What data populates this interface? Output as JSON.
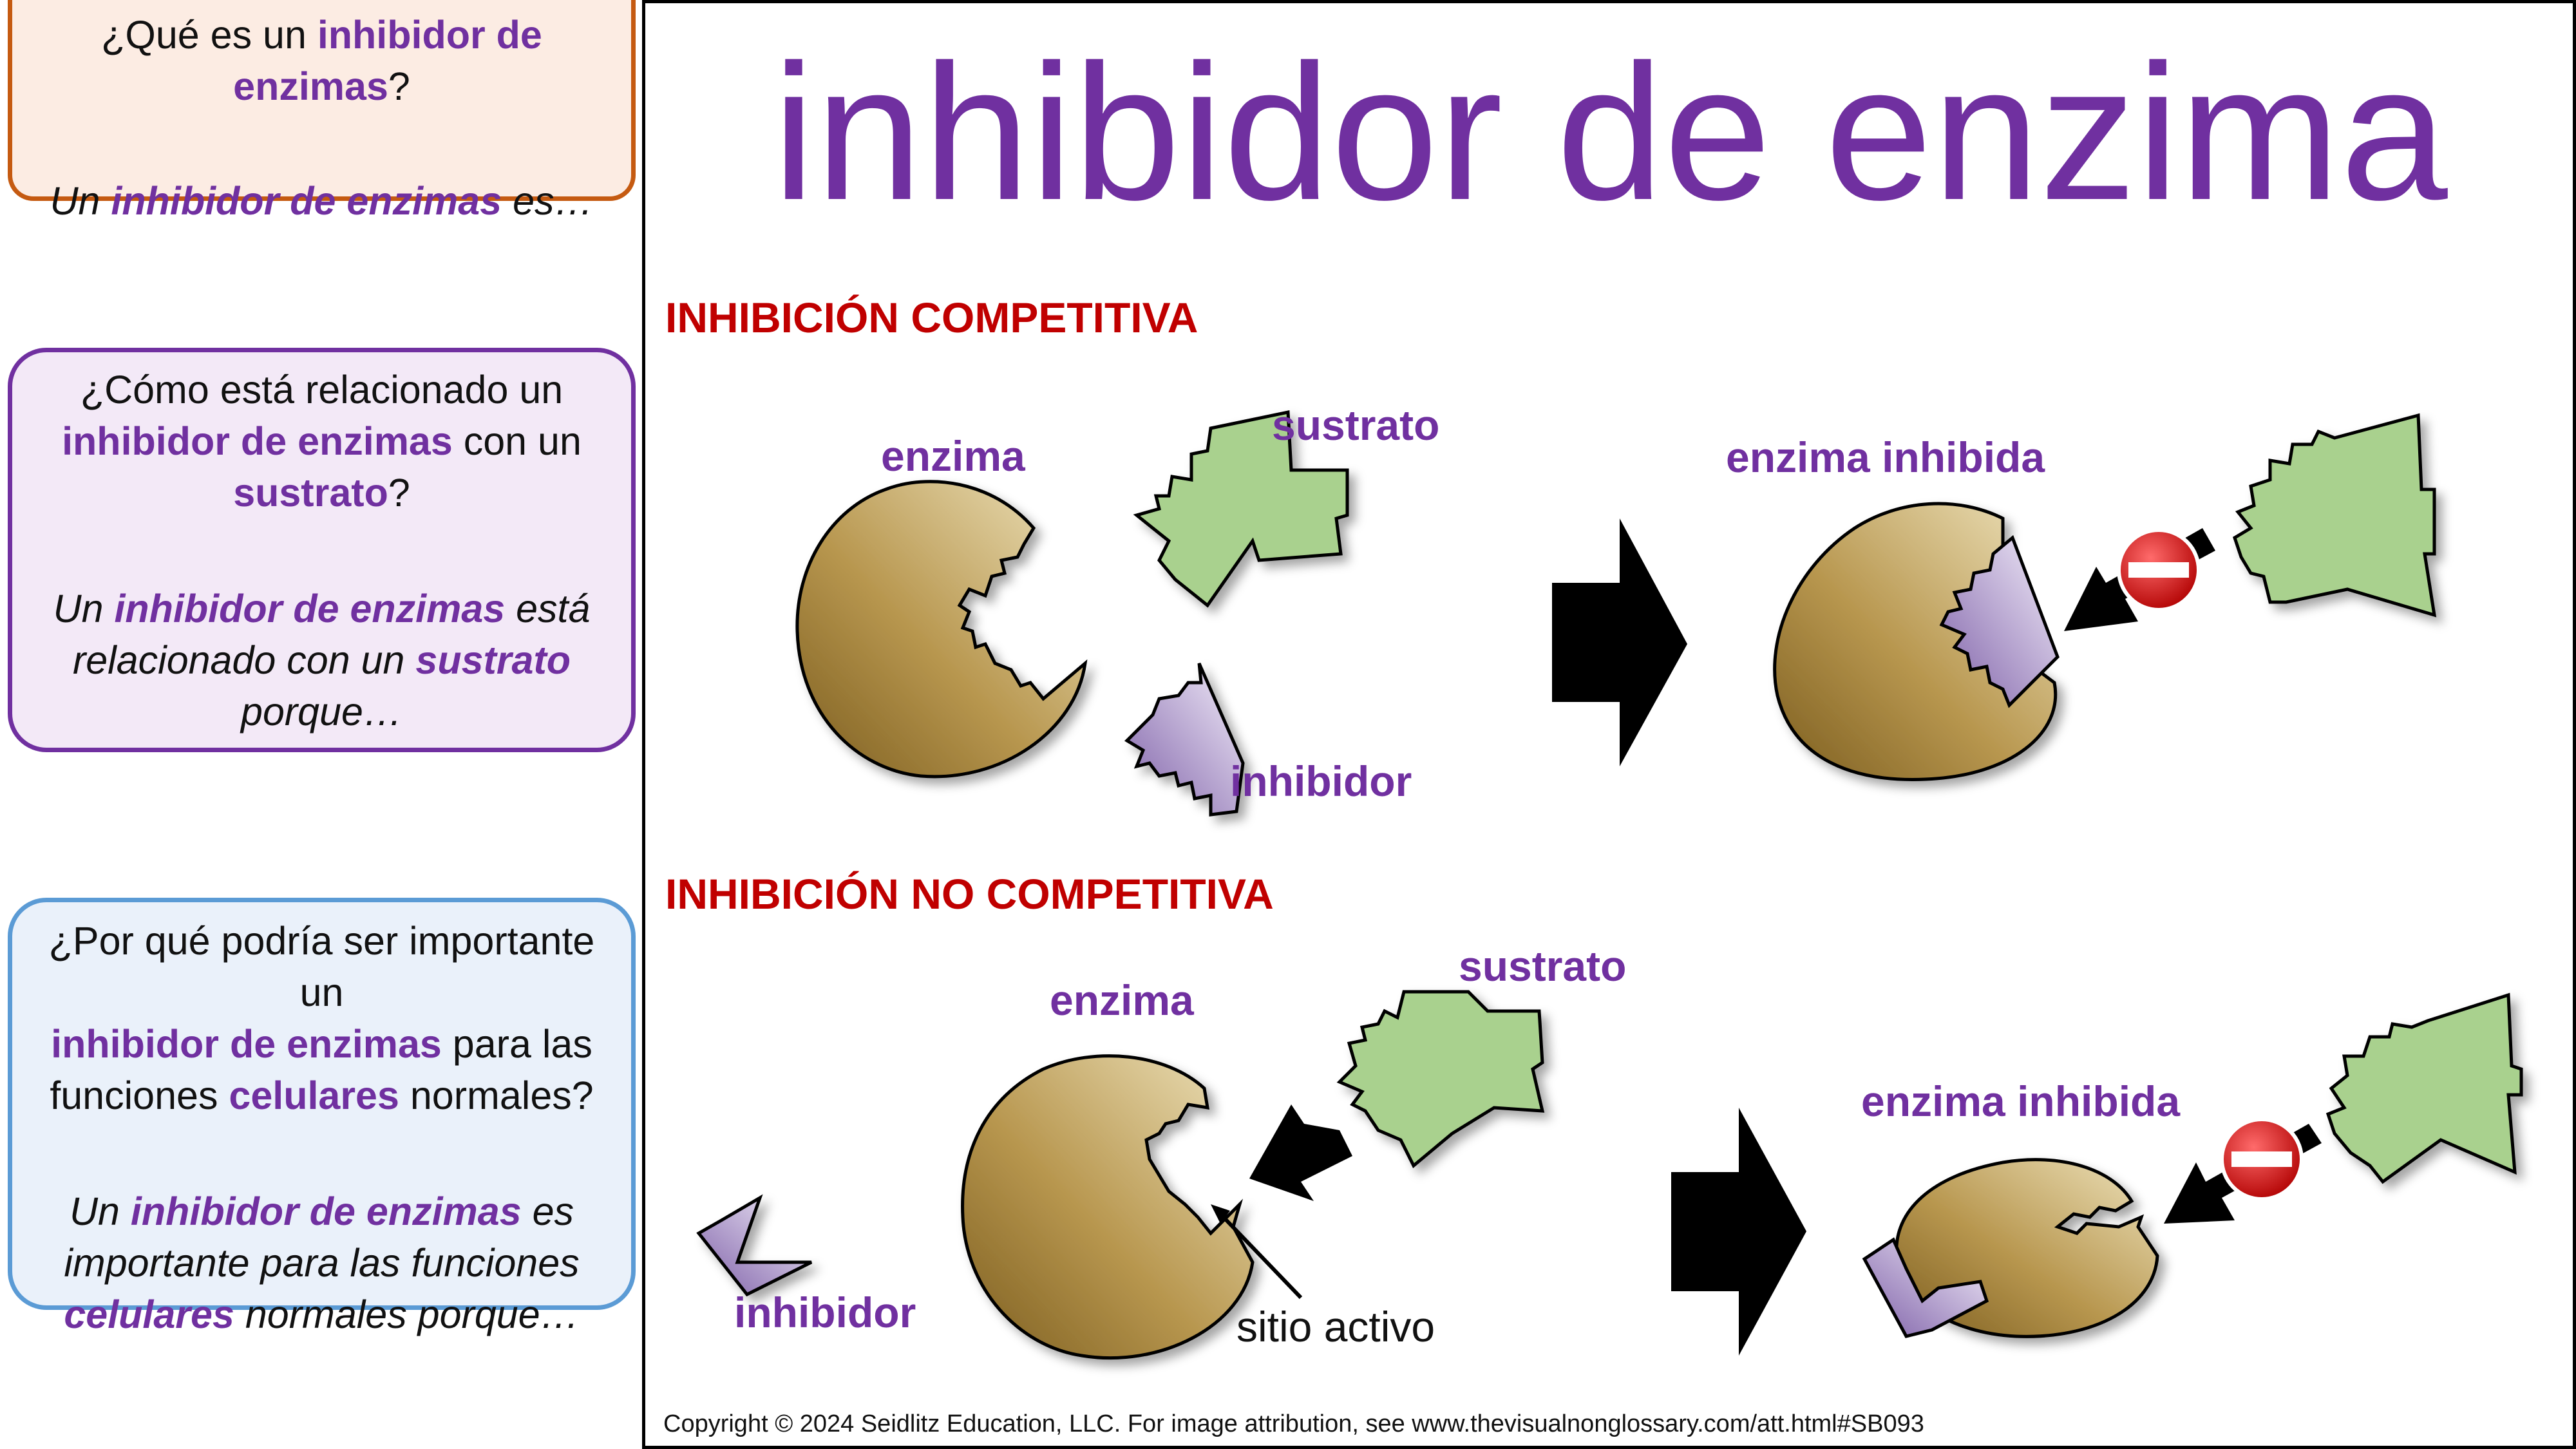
{
  "cards": {
    "card1": {
      "q": [
        "¿Qué es un ",
        "inhibidor de enzimas",
        "?"
      ],
      "a": [
        "Un ",
        "inhibidor de enzimas",
        " es…"
      ]
    },
    "card2": {
      "q": [
        "¿Cómo está relacionado un",
        "inhibidor de enzimas",
        " con un",
        "sustrato",
        "?"
      ],
      "a": [
        "Un ",
        "inhibidor de enzimas",
        " está",
        "relacionado con un ",
        "sustrato",
        "porque…"
      ]
    },
    "card3": {
      "q": [
        "¿Por qué podría ser importante un",
        "inhibidor de enzimas",
        " para las",
        "funciones ",
        "celulares",
        " normales?"
      ],
      "a": [
        "Un ",
        "inhibidor de enzimas",
        " es",
        "importante para las funciones",
        "celulares",
        " normales porque…"
      ]
    }
  },
  "title": "inhibidor de enzima",
  "sections": {
    "competitive": {
      "heading": "INHIBICIÓN COMPETITIVA",
      "enzyme": "enzima",
      "substrate": "sustrato",
      "inhibitor": "inhibidor",
      "inhibited": "enzima inhibida"
    },
    "noncompetitive": {
      "heading": "INHIBICIÓN NO COMPETITIVA",
      "enzyme": "enzima",
      "substrate": "sustrato",
      "inhibitor": "inhibidor",
      "active_site": "sitio activo",
      "inhibited": "enzima inhibida"
    }
  },
  "copyright": "Copyright © 2024 Seidlitz Education, LLC.  For image attribution, see www.thevisualnonglossary.com/att.html#SB093",
  "colors": {
    "accent_purple": "#7030a0",
    "heading_red": "#c00000",
    "enzyme_light": "#e8dbb0",
    "enzyme_dark": "#8a6a26",
    "substrate_green": "#a9d18e",
    "inhibitor_light": "#ece5f5",
    "inhibitor_dark": "#8064a2"
  }
}
